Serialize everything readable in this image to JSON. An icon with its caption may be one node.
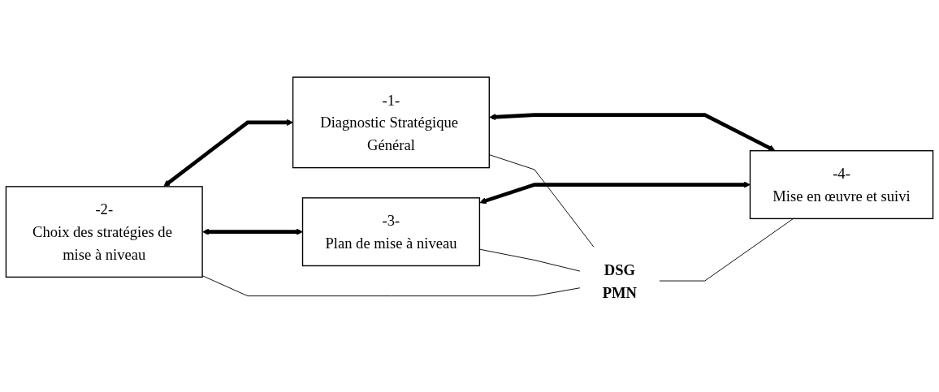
{
  "diagram": {
    "nodes": [
      {
        "text": [
          "-1-",
          "Diagnostic Stratégique Général"
        ]
      },
      {
        "text": [
          "-2-",
          "Choix des stratégies de mise à niveau"
        ]
      },
      {
        "text": [
          "-3-",
          "Plan de mise à niveau"
        ]
      },
      {
        "text": [
          "-4-",
          "Mise en œuvre et suivi"
        ]
      },
      {
        "text": [
          "DSG",
          "PMN"
        ]
      }
    ],
    "edges": [
      {
        "from": 0,
        "to": 1,
        "arrow": "both",
        "style": "thick"
      },
      {
        "from": 0,
        "to": 3,
        "arrow": "both",
        "style": "thick"
      },
      {
        "from": 1,
        "to": 2,
        "arrow": "both",
        "style": "thick"
      },
      {
        "from": 2,
        "to": 3,
        "arrow": "both",
        "style": "thick"
      },
      {
        "from": 0,
        "to": 4,
        "arrow": "none"
      },
      {
        "from": 1,
        "to": 4,
        "arrow": "none"
      },
      {
        "from": 3,
        "to": 4,
        "arrow": "none"
      },
      {
        "from": 2,
        "to": 4,
        "arrow": "none"
      }
    ]
  }
}
